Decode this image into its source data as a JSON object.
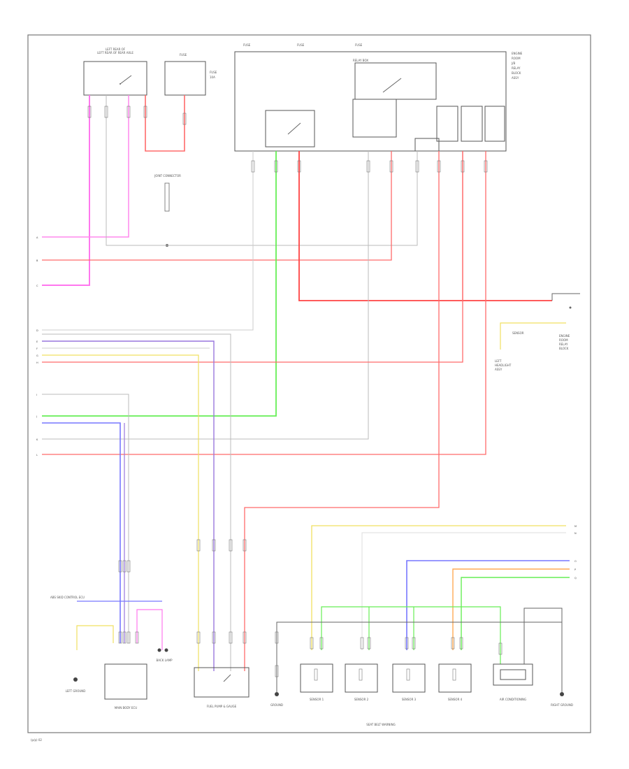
{
  "diagram": {
    "page_code": "(p/p) 02",
    "left_terminals": [
      "A",
      "B",
      "C",
      "D",
      "E",
      "F",
      "G",
      "H",
      "I",
      "J",
      "K",
      "L"
    ],
    "right_terminals": [
      "M",
      "N",
      "O",
      "P",
      "Q"
    ],
    "wire_colors": {
      "red": "#ff6b6b",
      "pink": "#ff77ee",
      "magenta": "#ee44ee",
      "green": "#66ee55",
      "blue": "#7777ff",
      "violet": "#9977dd",
      "yellow": "#f0e060",
      "orange": "#ffaa55",
      "gray": "#aaaaaa",
      "white": "#dddddd"
    },
    "components": {
      "rear_lh": "LEFT REAR OF REAR AXLE",
      "fuse_box": "FUSE",
      "relay_box": "RELAY BOX",
      "ground_connector": "JOINT CONNECTOR",
      "abs_module": "ABS SKID CONTROL ECU",
      "keyless": "BACK LAMP",
      "left_rear_ecu": "MAIN BODY ECU",
      "fuel_pump": "FUEL PUMP & GAUGE",
      "sensors": [
        "SENSOR 1",
        "SENSOR 2",
        "SENSOR 3",
        "SENSOR 4"
      ],
      "compressor": "AIR CONDITIONING",
      "right_ground": "RIGHT GROUND",
      "left_ground": "LEFT GROUND",
      "bottom_caption": "SEAT BELT WARNING"
    }
  }
}
